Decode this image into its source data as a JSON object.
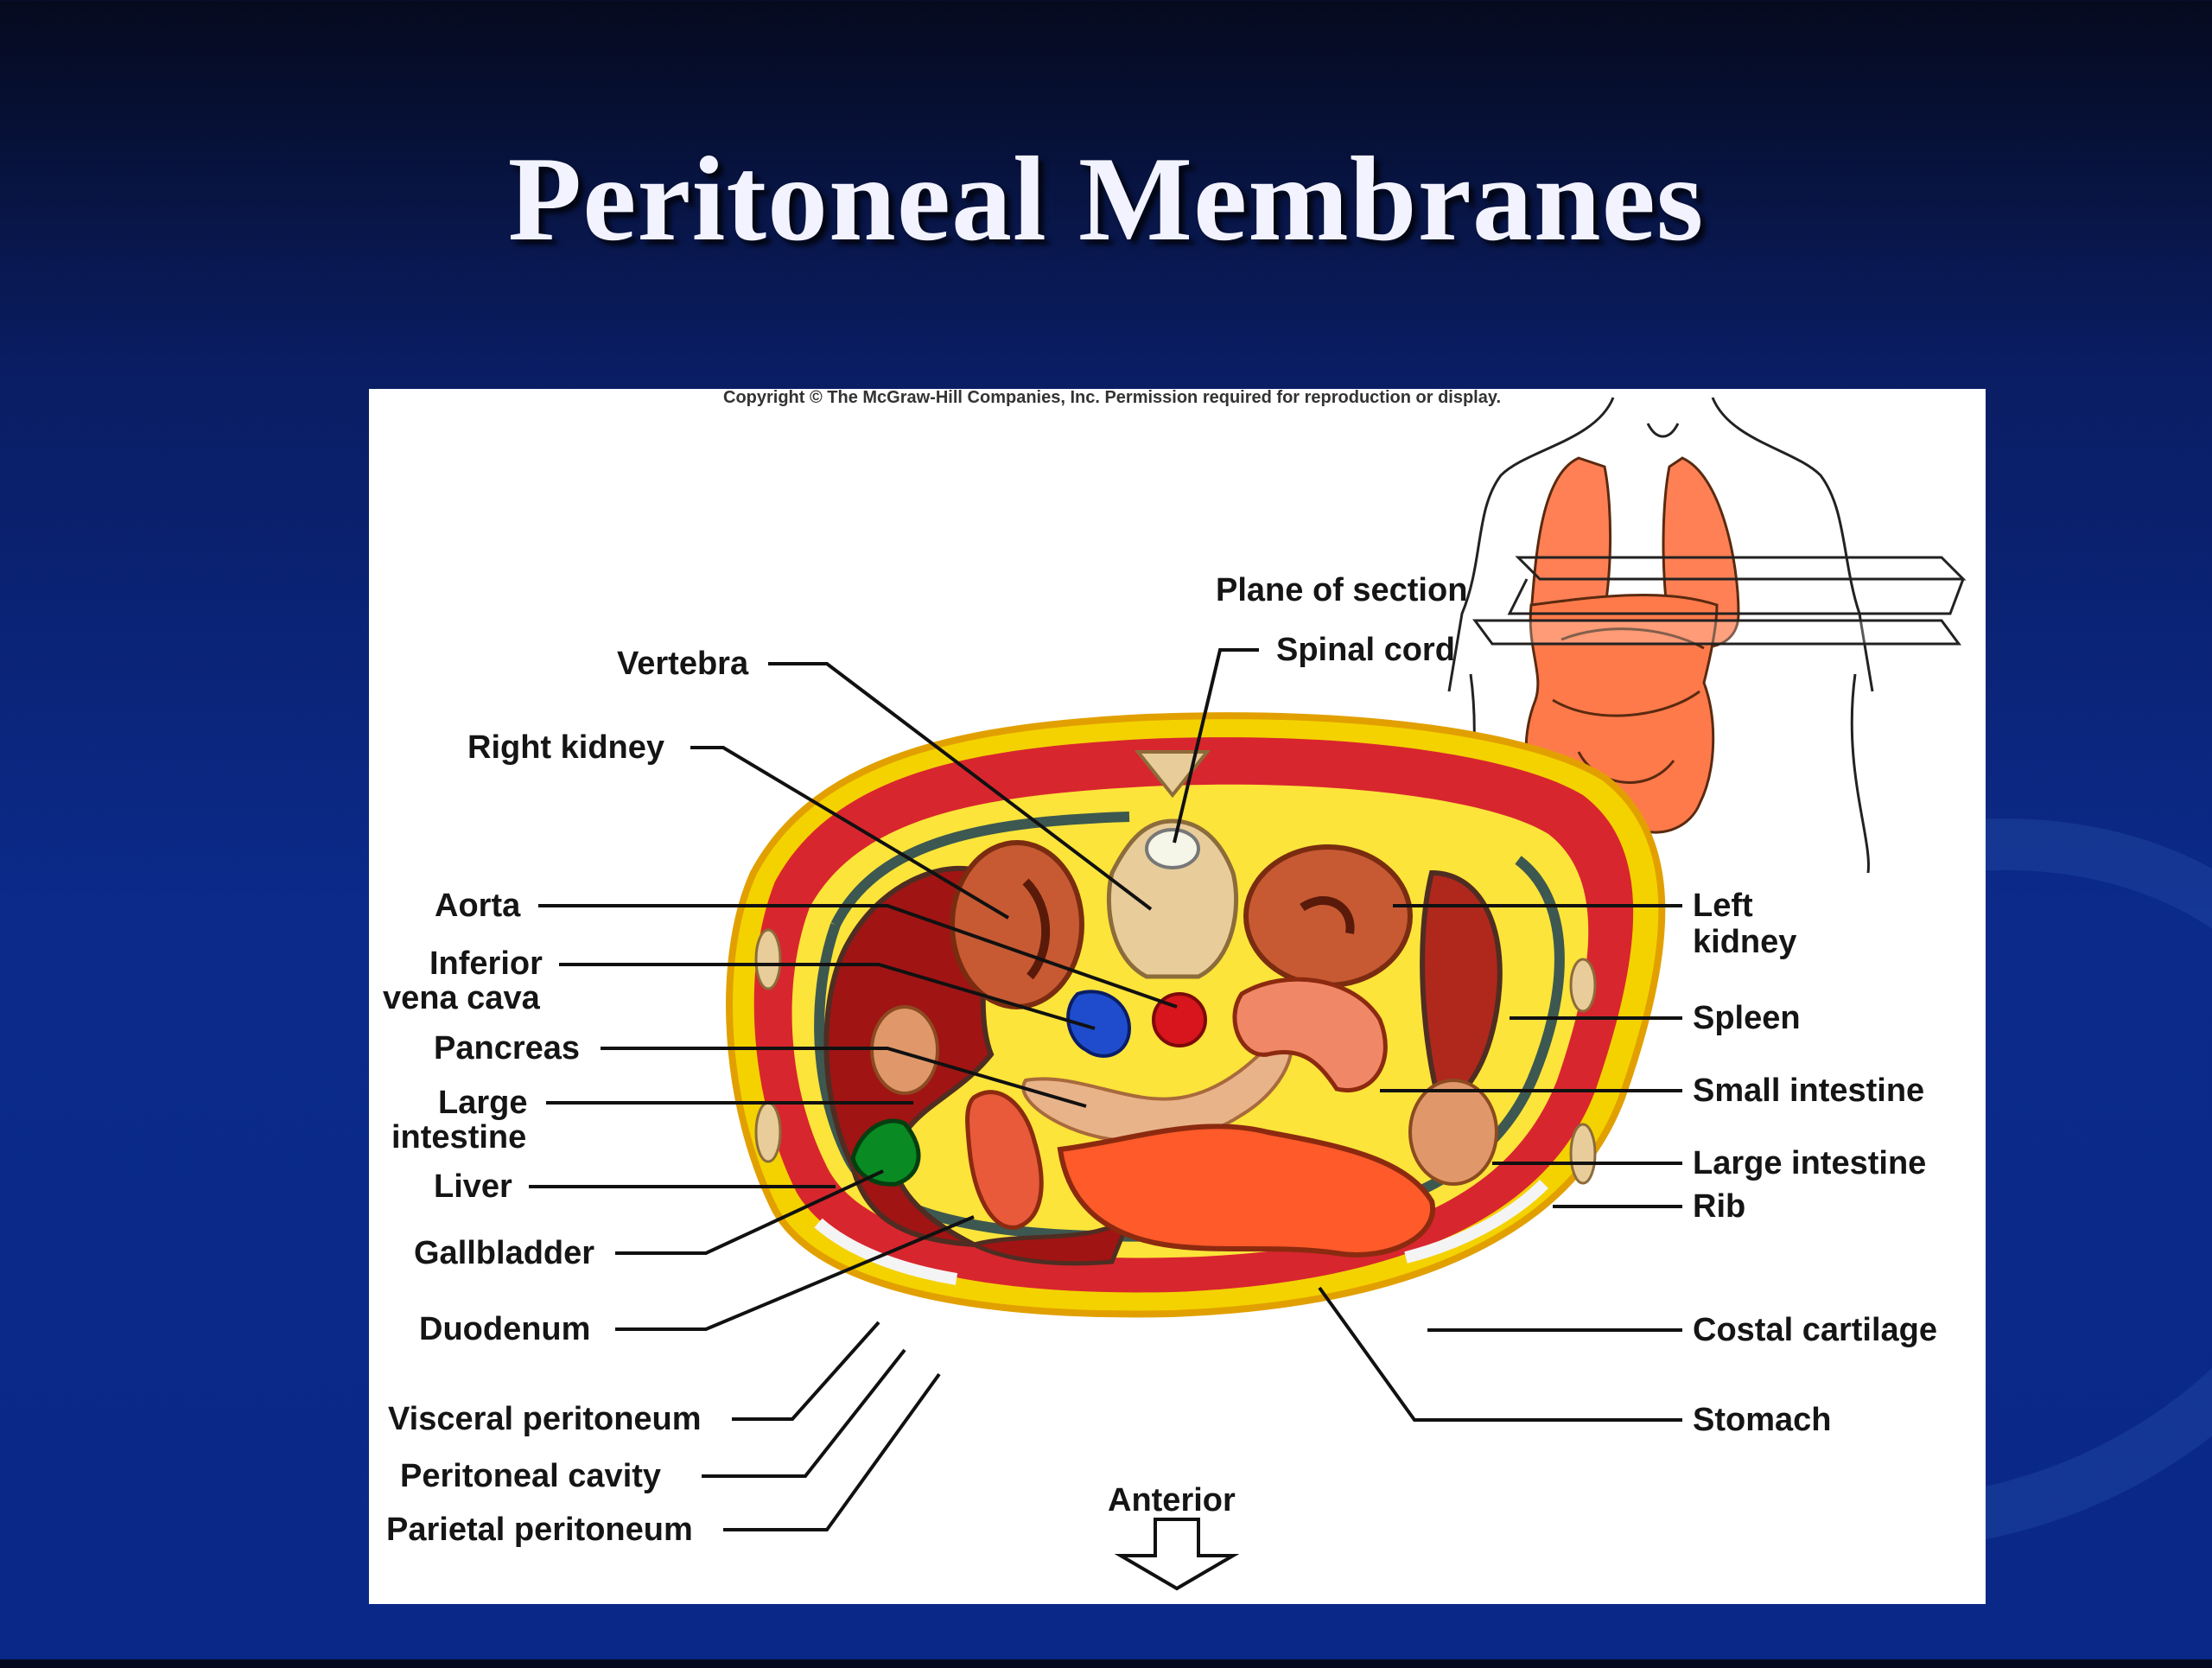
{
  "slide": {
    "title": "Peritoneal Membranes"
  },
  "figure": {
    "copyright": "Copyright © The McGraw-Hill Companies, Inc. Permission required for reproduction or display.",
    "plane_heading": "Plane of section",
    "orientation": "Anterior",
    "labels": {
      "vertebra": "Vertebra",
      "spinal_cord": "Spinal cord",
      "right_kidney": "Right kidney",
      "aorta": "Aorta",
      "ivc_1": "Inferior",
      "ivc_2": "vena cava",
      "pancreas": "Pancreas",
      "large_intestine_left_1": "Large",
      "large_intestine_left_2": "intestine",
      "liver": "Liver",
      "gallbladder": "Gallbladder",
      "duodenum": "Duodenum",
      "visceral_peritoneum": "Visceral peritoneum",
      "peritoneal_cavity": "Peritoneal cavity",
      "parietal_peritoneum": "Parietal peritoneum",
      "left_kidney_1": "Left",
      "left_kidney_2": "kidney",
      "spleen": "Spleen",
      "small_intestine": "Small intestine",
      "large_intestine_right": "Large intestine",
      "rib": "Rib",
      "costal_cartilage": "Costal cartilage",
      "stomach": "Stomach"
    }
  }
}
